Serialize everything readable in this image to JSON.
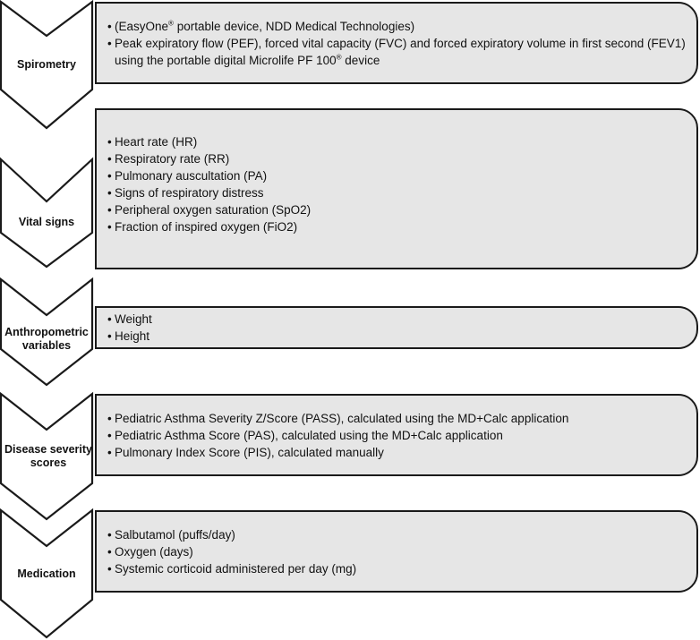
{
  "steps": [
    {
      "label": "Spirometry",
      "items": [
        {
          "parts": [
            "(EasyOne",
            "®",
            " portable device, NDD Medical Technologies)"
          ]
        },
        {
          "parts": [
            "Peak expiratory flow (PEF), forced vital capacity (FVC) and forced expiratory volume in first second (FEV1) using the portable digital Microlife PF 100",
            "®",
            " device"
          ]
        }
      ]
    },
    {
      "label": "Vital signs",
      "items": [
        {
          "parts": [
            "Heart rate (HR)"
          ]
        },
        {
          "parts": [
            "Respiratory rate (RR)"
          ]
        },
        {
          "parts": [
            "Pulmonary auscultation (PA)"
          ]
        },
        {
          "parts": [
            "Signs of respiratory distress"
          ]
        },
        {
          "parts": [
            "Peripheral oxygen saturation (SpO2)"
          ]
        },
        {
          "parts": [
            "Fraction of inspired oxygen (FiO2)"
          ]
        }
      ]
    },
    {
      "label": "Anthropometric\nvariables",
      "items": [
        {
          "parts": [
            "Weight"
          ]
        },
        {
          "parts": [
            "Height"
          ]
        }
      ]
    },
    {
      "label": "Disease severity\nscores",
      "items": [
        {
          "parts": [
            "Pediatric Asthma Severity Z/Score (PASS), calculated using the MD+Calc application"
          ]
        },
        {
          "parts": [
            "Pediatric Asthma Score (PAS), calculated using the MD+Calc application"
          ]
        },
        {
          "parts": [
            "Pulmonary Index Score (PIS), calculated manually"
          ]
        }
      ]
    },
    {
      "label": "Medication",
      "items": [
        {
          "parts": [
            "Salbutamol (puffs/day)"
          ]
        },
        {
          "parts": [
            "Oxygen (days)"
          ]
        },
        {
          "parts": [
            "Systemic corticoid administered per day (mg)"
          ]
        }
      ]
    }
  ]
}
